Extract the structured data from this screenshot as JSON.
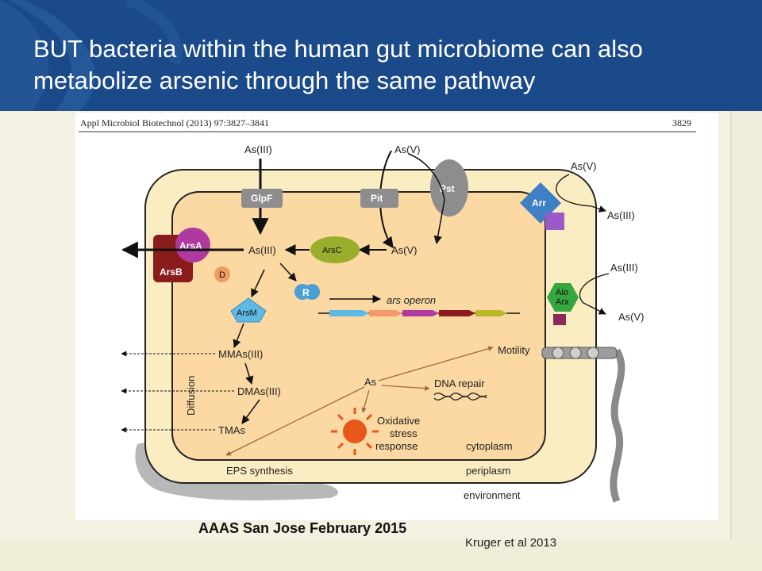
{
  "slide": {
    "title": "BUT bacteria within the human gut microbiome can also metabolize arsenic through the same pathway",
    "footer": "AAAS San Jose February 2015",
    "citation": "Kruger et al 2013"
  },
  "figure": {
    "journal": "Appl Microbiol Biotechnol (2013) 97:3827–3841",
    "page_number": "3829",
    "labels": {
      "as3_top": "As(III)",
      "as5_top": "As(V)",
      "as5_right": "As(V)",
      "as3_right_out": "As(III)",
      "as3_right_in": "As(III)",
      "as5_right_out": "As(V)",
      "glpf": "GlpF",
      "pit": "Pit",
      "pst": "Pst",
      "arr": "Arr",
      "arsa": "ArsA",
      "arsb": "ArsB",
      "d": "D",
      "as3_center": "As(III)",
      "arsc": "ArsC",
      "as5_center": "As(V)",
      "r": "R",
      "arsm": "ArsM",
      "ars_operon": "ars operon",
      "aio": "Aio",
      "arx": "Arx",
      "mmas": "MMAs(III)",
      "dmas": "DMAs(III)",
      "tmas": "TMAs",
      "diffusion": "Diffusion",
      "as": "As",
      "motility": "Motility",
      "dna_repair": "DNA repair",
      "oxidative_1": "Oxidative",
      "oxidative_2": "stress",
      "oxidative_3": "response",
      "eps": "EPS synthesis",
      "cytoplasm": "cytoplasm",
      "periplasm": "periplasm",
      "environment": "environment"
    }
  },
  "colors": {
    "header_bg": "#1a4a8a",
    "periplasm": "#fbedc2",
    "cytoplasm": "#fcd8a2",
    "transporter_grey": "#8d8d8d",
    "arr_blue": "#3f7fc3",
    "arsa_magenta": "#b0399f",
    "arsb_red": "#8b1c1c",
    "arsc_green": "#9aae2d",
    "r_blue": "#4a9fd6",
    "arsm_blue": "#5fb9e3",
    "aio_green": "#35a640",
    "sun_orange": "#e8561a"
  }
}
